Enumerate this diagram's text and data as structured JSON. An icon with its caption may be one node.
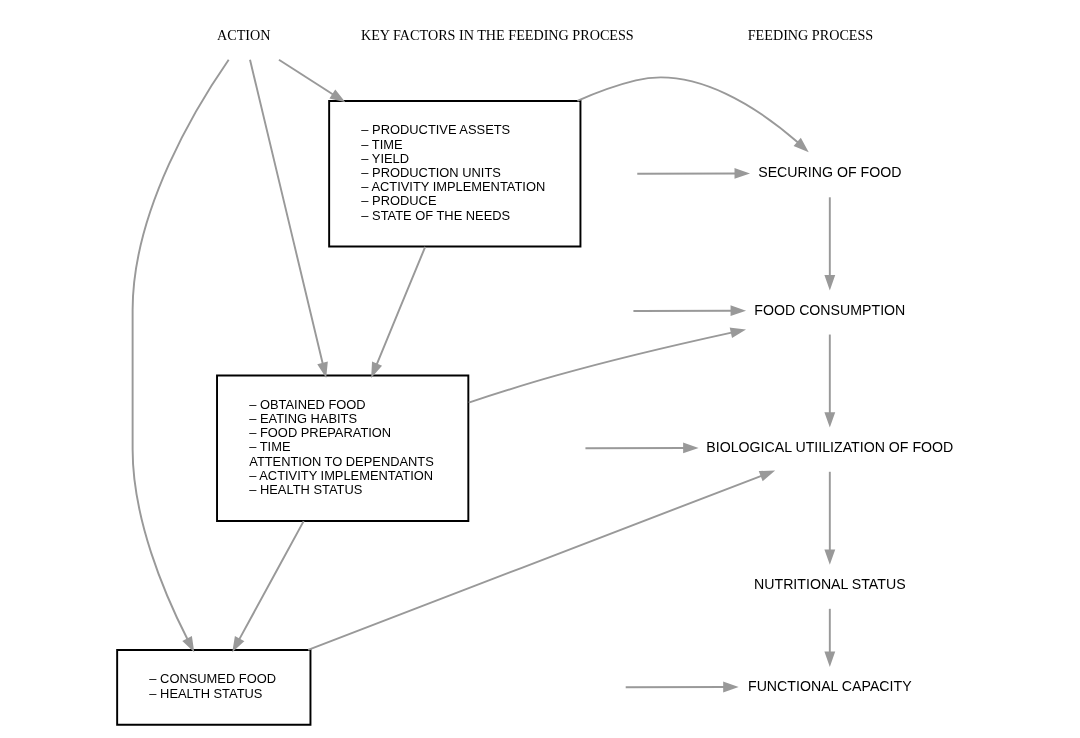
{
  "diagram": {
    "nodes": [
      {
        "text": [
          "ACTION"
        ]
      },
      {
        "text": [
          "– PRODUCTIVE ASSETS",
          "– TIME",
          "– YIELD",
          "– PRODUCTION UNITS",
          "– ACTIVITY IMPLEMENTATION",
          "– PRODUCE",
          "– STATE OF THE NEEDS"
        ]
      },
      {
        "text": [
          "– OBTAINED FOOD",
          "– EATING HABITS",
          "– FOOD PREPARATION",
          "– TIME",
          "ATTENTION TO DEPENDANTS",
          "– ACTIVITY IMPLEMENTATION",
          "– HEALTH STATUS"
        ]
      },
      {
        "text": [
          "– CONSUMED FOOD",
          "– HEALTH STATUS"
        ]
      },
      {
        "text": [
          "SECURING OF FOOD"
        ]
      },
      {
        "text": [
          "FOOD CONSUMPTION"
        ]
      },
      {
        "text": [
          "BIOLOGICAL UTIILIZATION OF FOOD"
        ]
      },
      {
        "text": [
          "NUTRITIONAL STATUS"
        ]
      },
      {
        "text": [
          "FUNCTIONAL CAPACITY"
        ]
      }
    ],
    "edges": [
      {
        "from": 0,
        "to": 1,
        "arrow": "to"
      },
      {
        "from": 0,
        "to": 2,
        "arrow": "to"
      },
      {
        "from": 0,
        "to": 3,
        "arrow": "to"
      },
      {
        "from": 1,
        "to": 2,
        "arrow": "to"
      },
      {
        "from": 2,
        "to": 3,
        "arrow": "to"
      },
      {
        "from": 1,
        "to": 4,
        "arrow": "to"
      },
      {
        "from": 2,
        "to": 5,
        "arrow": "to"
      },
      {
        "from": 3,
        "to": 6,
        "arrow": "to"
      },
      {
        "from": 4,
        "to": 5,
        "arrow": "to"
      },
      {
        "from": 5,
        "to": 6,
        "arrow": "to"
      },
      {
        "from": 6,
        "to": 7,
        "arrow": "to"
      },
      {
        "from": 7,
        "to": 8,
        "arrow": "to"
      },
      {
        "from": null,
        "to": 4,
        "arrow": "to"
      },
      {
        "from": null,
        "to": 5,
        "arrow": "to"
      },
      {
        "from": null,
        "to": 6,
        "arrow": "to"
      },
      {
        "from": null,
        "to": 8,
        "arrow": "to"
      }
    ],
    "labels": [
      "KEY FACTORS IN THE FEEDING PROCESS",
      "FEEDING PROCESS"
    ]
  }
}
